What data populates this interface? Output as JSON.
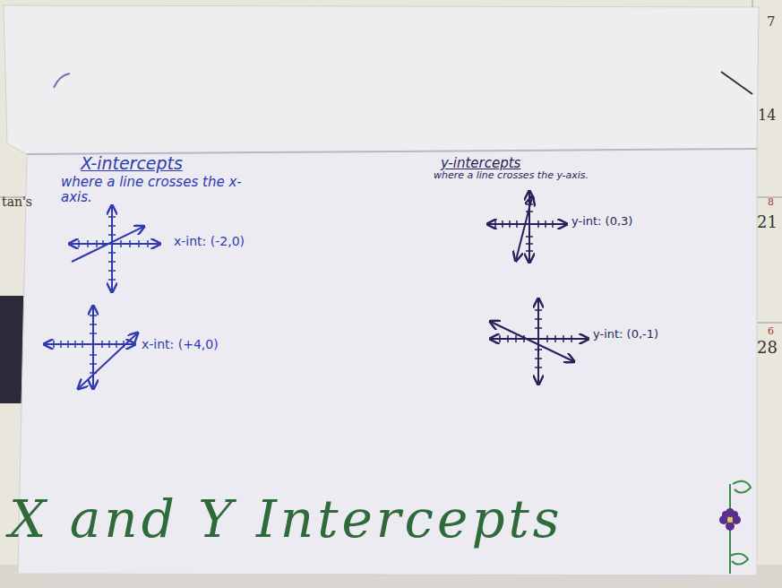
{
  "diagram": {
    "title": "X and Y Intercepts",
    "labels": [
      "X-intercepts",
      "where a line crosses the x-axis.",
      "x-int: (-2,0)",
      "x-int: (+4,0)",
      "y-intercepts",
      "where a line crosses the y-axis.",
      "y-int: (0,3)",
      "y-int: (0,-1)",
      "tan's",
      "7",
      "14",
      "8",
      "21",
      "6",
      "28"
    ]
  }
}
